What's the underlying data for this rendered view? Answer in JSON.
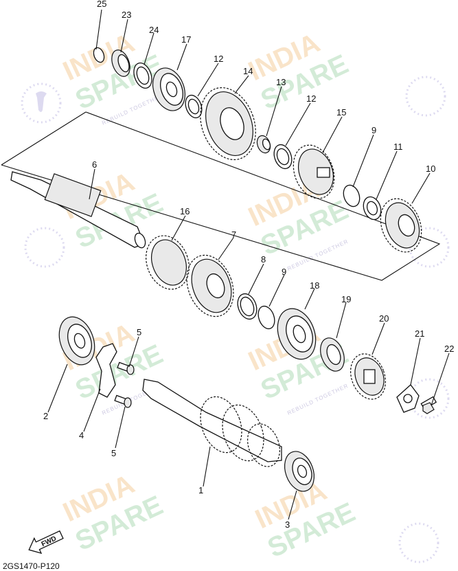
{
  "diagram": {
    "code": "2GS1470-P120",
    "fwd_label": "FWD",
    "watermark": {
      "line1": "INDIA",
      "line2": "SPARE",
      "tagline": "REBUILD TOGETHER"
    },
    "callouts": [
      "25",
      "23",
      "24",
      "17",
      "12",
      "14",
      "13",
      "12",
      "15",
      "9",
      "11",
      "10",
      "6",
      "16",
      "7",
      "8",
      "9",
      "18",
      "19",
      "20",
      "5",
      "21",
      "22",
      "2",
      "4",
      "5",
      "1",
      "3"
    ]
  }
}
